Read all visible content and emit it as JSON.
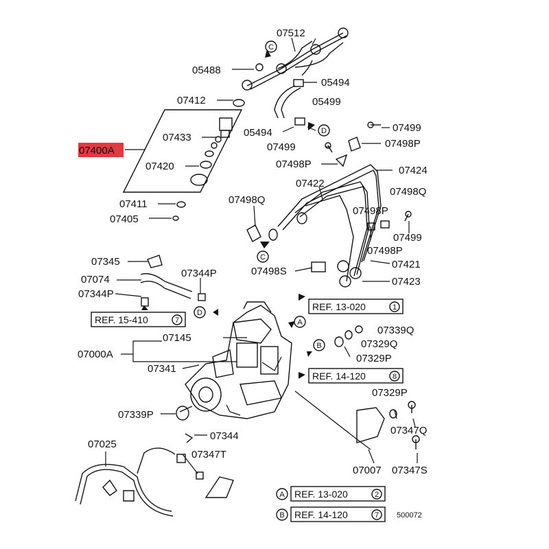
{
  "highlight_color": "#e0393e",
  "part_numbers": {
    "p07512": "07512",
    "p05488": "05488",
    "p05494a": "05494",
    "p07412": "07412",
    "p05499": "05499",
    "p05494b": "05494",
    "p07433": "07433",
    "p07400A": "07400A",
    "p07420": "07420",
    "p07411": "07411",
    "p07405": "07405",
    "p07499a": "07499",
    "p07499b": "07499",
    "p07498Pa": "07498P",
    "p07498Pb": "07498P",
    "p07424": "07424",
    "p07422": "07422",
    "p07498Q": "07498Q",
    "p07498Q2": "07498Q",
    "p07498Pc": "07498P",
    "p07499c": "07499",
    "p07498Pd": "07498P",
    "p07421": "07421",
    "p07345": "07345",
    "p07344Pa": "07344P",
    "p07074": "07074",
    "p07344Pb": "07344P",
    "p07498S": "07498S",
    "p07423": "07423",
    "p07145": "07145",
    "p07339Q": "07339Q",
    "p07329Qa": "07329Q",
    "p07000A": "07000A",
    "p07329P": "07329P",
    "p07341": "07341",
    "p07329Pb": "07329P",
    "p07339P": "07339P",
    "p07347Q": "07347Q",
    "p07344": "07344",
    "p07025": "07025",
    "p07347T": "07347T",
    "p07007": "07007",
    "p07347S": "07347S"
  },
  "refs": {
    "ref1": "REF. 13-020",
    "ref1_num": "1",
    "ref2": "REF. 15-410",
    "ref2_num": "7",
    "ref3": "REF. 14-120",
    "ref3_num": "8",
    "refA": "REF. 13-020",
    "refA_num": "2",
    "refB": "REF. 14-120",
    "refB_num": "7"
  },
  "callouts": {
    "C": "C",
    "D": "D",
    "A": "A",
    "B": "B"
  },
  "diagram_id": "500072"
}
